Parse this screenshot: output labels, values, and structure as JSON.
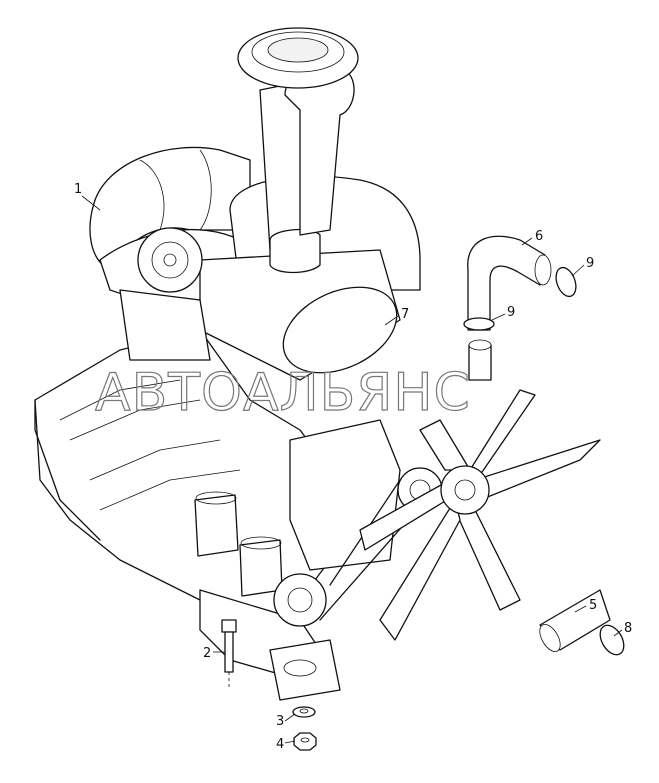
{
  "watermark": "АВТОАЛЬЯНС",
  "callouts": [
    "1",
    "2",
    "3",
    "4",
    "5",
    "6",
    "7",
    "8",
    "9",
    "9"
  ]
}
